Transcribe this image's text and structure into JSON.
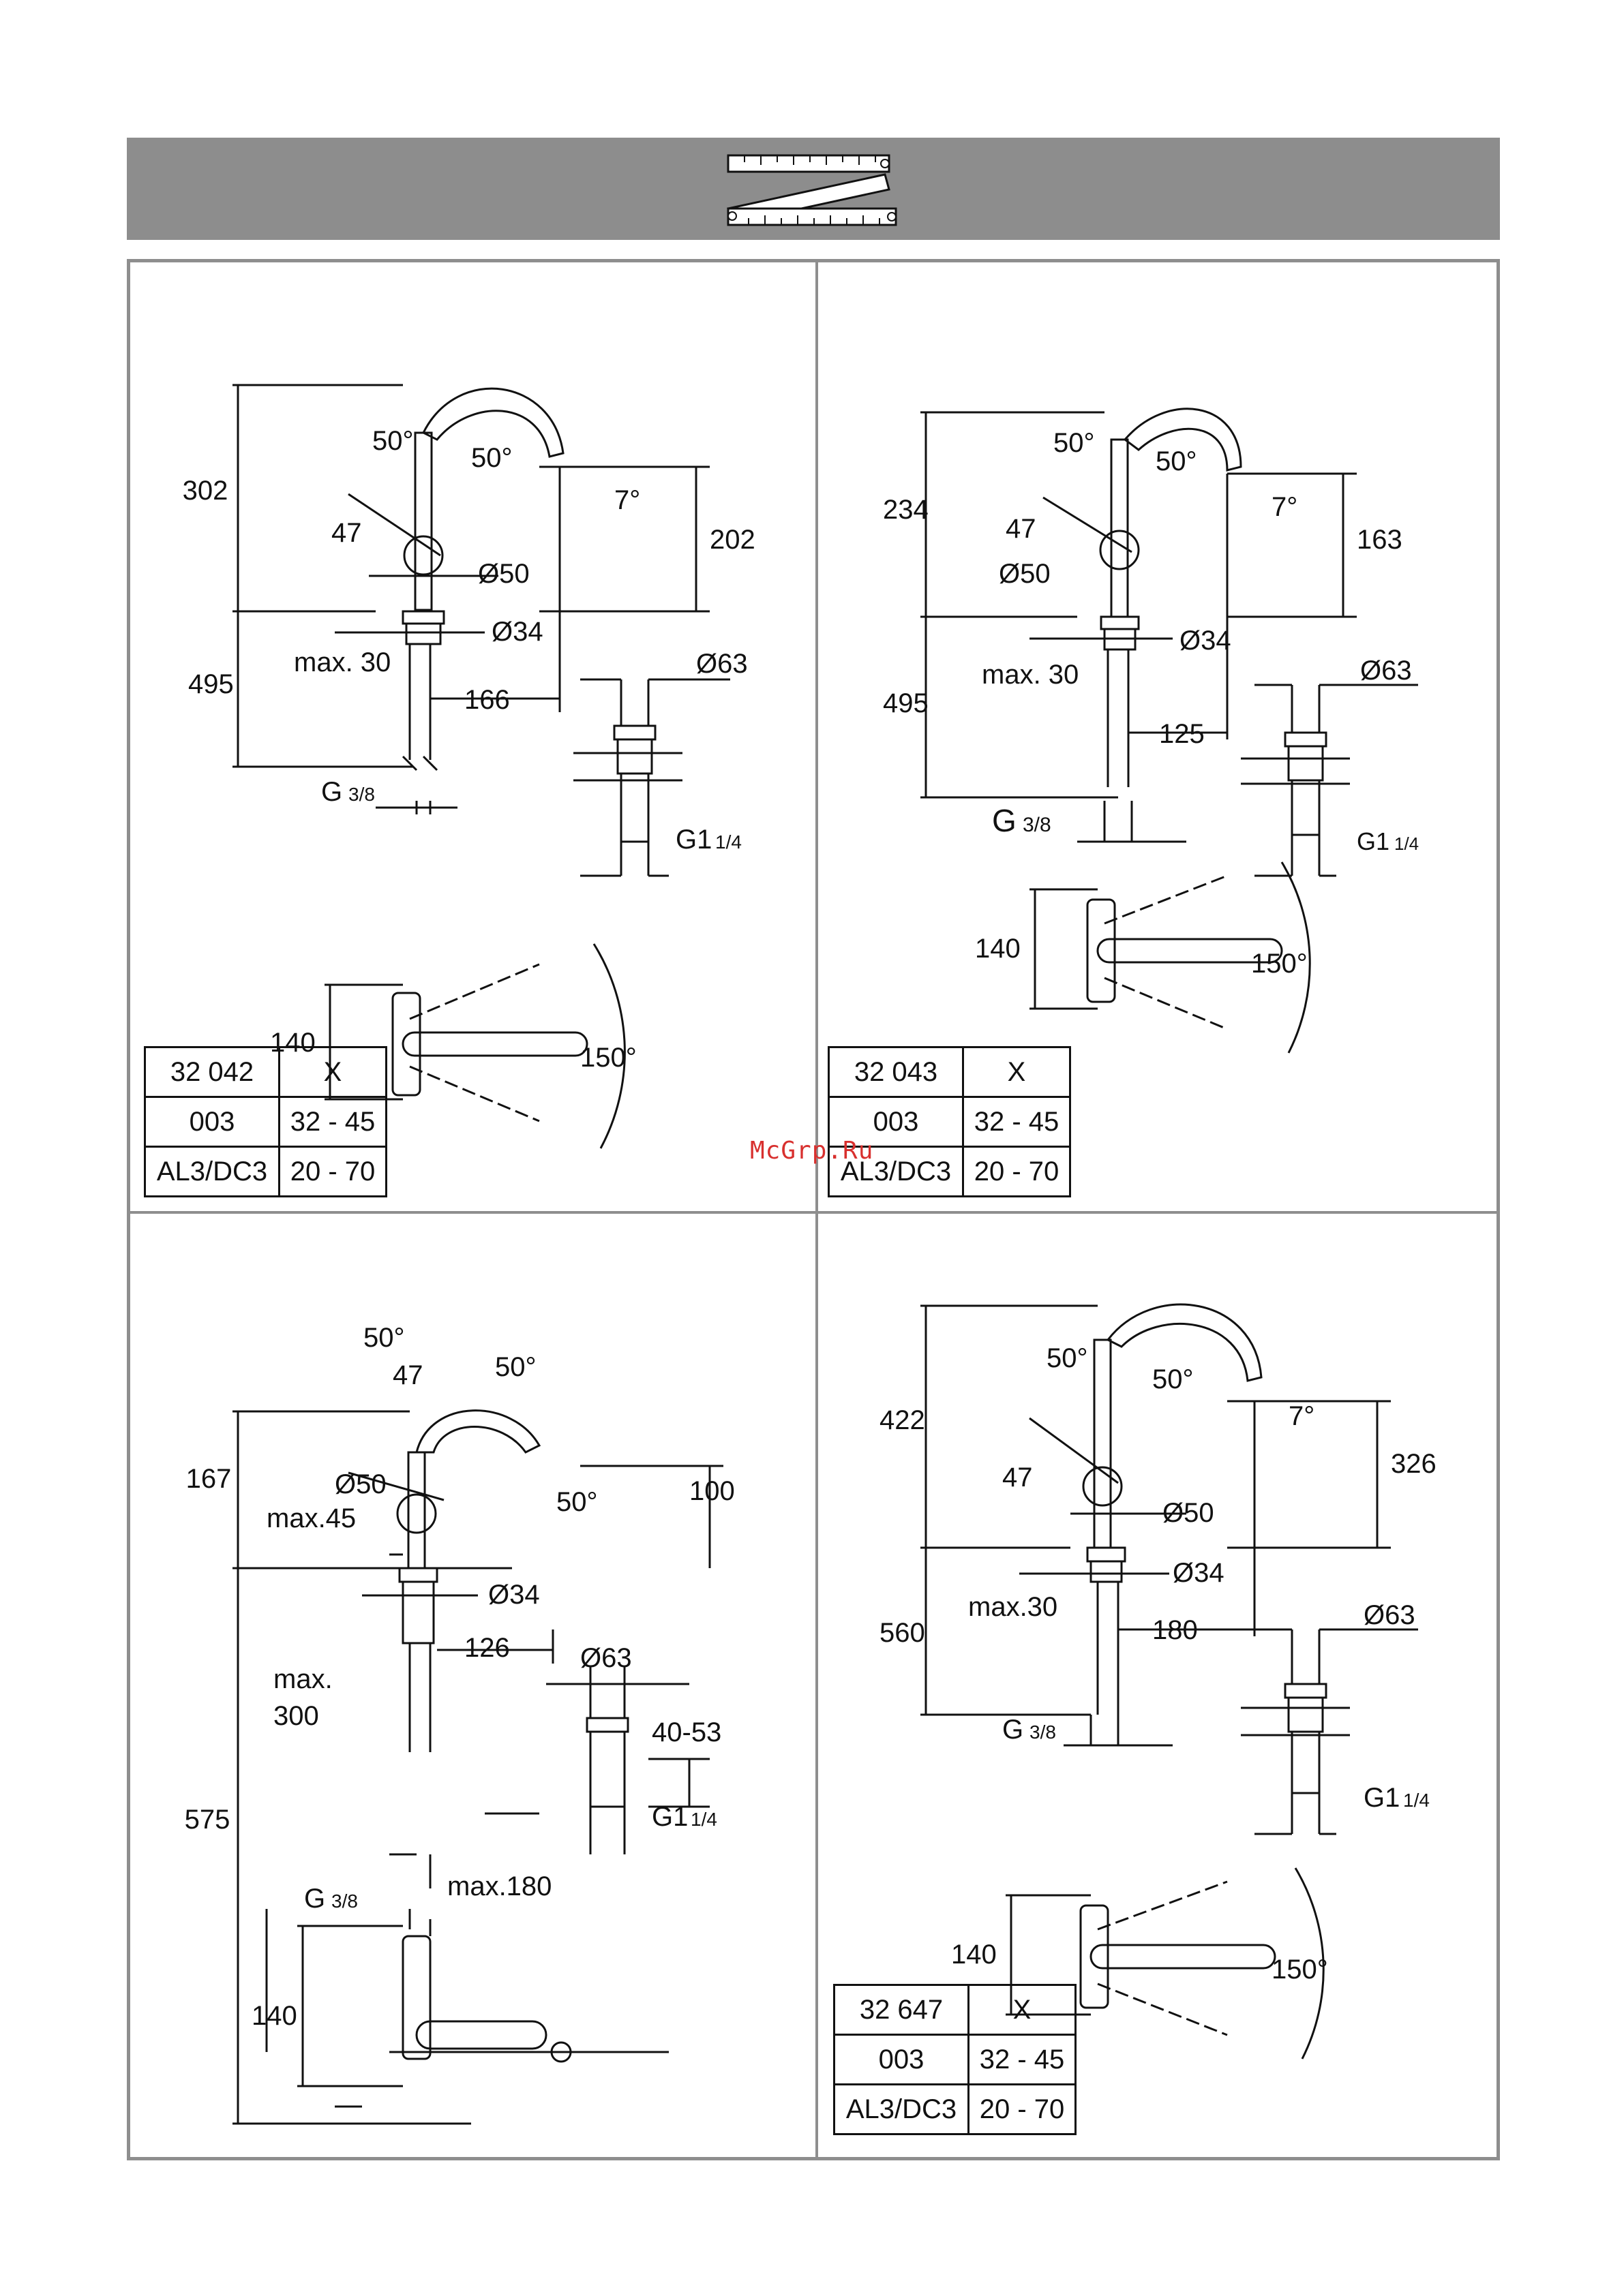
{
  "header": {
    "icon": "folding-ruler-icon",
    "bg_color": "#8d8d8d"
  },
  "watermark": "McGrp.Ru",
  "panels": [
    {
      "id": "32042",
      "dims": {
        "h_total": "302",
        "h_spout": "202",
        "h_below": "495",
        "lever_offset": "47",
        "reach": "166",
        "body_dia": "Ø50",
        "shank_dia": "Ø34",
        "deck_max": "max. 30",
        "conn_g": "G",
        "conn_frac": "3/8",
        "angle_left": "50°",
        "angle_right": "50°",
        "angle_spout": "7°",
        "waste_dia": "Ø63",
        "waste_thread": "G1",
        "waste_frac": "1/4",
        "top_h": "140",
        "swivel": "150°"
      },
      "table": [
        [
          "32 042",
          "X"
        ],
        [
          "003",
          "32 - 45"
        ],
        [
          "AL3/DC3",
          "20 - 70"
        ]
      ]
    },
    {
      "id": "32043",
      "dims": {
        "h_total": "234",
        "h_spout": "163",
        "h_below": "495",
        "lever_offset": "47",
        "reach": "125",
        "body_dia": "Ø50",
        "shank_dia": "Ø34",
        "deck_max": "max. 30",
        "conn_g": "G",
        "conn_frac": "3/8",
        "angle_left": "50°",
        "angle_right": "50°",
        "angle_spout": "7°",
        "waste_dia": "Ø63",
        "waste_thread": "G1",
        "waste_frac": "1/4",
        "top_h": "140",
        "swivel": "150°"
      },
      "table": [
        [
          "32 043",
          "X"
        ],
        [
          "003",
          "32 - 45"
        ],
        [
          "AL3/DC3",
          "20 - 70"
        ]
      ]
    },
    {
      "id": "bidet",
      "dims": {
        "angle_left": "50°",
        "angle_right": "50°",
        "angle_spout": "50°",
        "lever_offset": "47",
        "h_total": "167",
        "h_spout": "100",
        "body_dia": "Ø50",
        "deck_max": "max.45",
        "shank_dia": "Ø34",
        "reach": "126",
        "max": "max.",
        "max_val": "300",
        "h_below": "575",
        "waste_dia": "Ø63",
        "waste_range": "40-53",
        "waste_thread": "G1",
        "waste_frac": "1/4",
        "conn_g": "G",
        "conn_frac": "3/8",
        "rod_max": "max.180",
        "top_h": "140"
      }
    },
    {
      "id": "32647",
      "dims": {
        "h_total": "422",
        "h_spout": "326",
        "h_below": "560",
        "lever_offset": "47",
        "reach": "180",
        "body_dia": "Ø50",
        "shank_dia": "Ø34",
        "deck_max": "max.30",
        "conn_g": "G",
        "conn_frac": "3/8",
        "angle_left": "50°",
        "angle_right": "50°",
        "angle_spout": "7°",
        "waste_dia": "Ø63",
        "waste_thread": "G1",
        "waste_frac": "1/4",
        "top_h": "140",
        "swivel": "150°"
      },
      "table": [
        [
          "32 647",
          "X"
        ],
        [
          "003",
          "32 - 45"
        ],
        [
          "AL3/DC3",
          "20 - 70"
        ]
      ]
    }
  ]
}
